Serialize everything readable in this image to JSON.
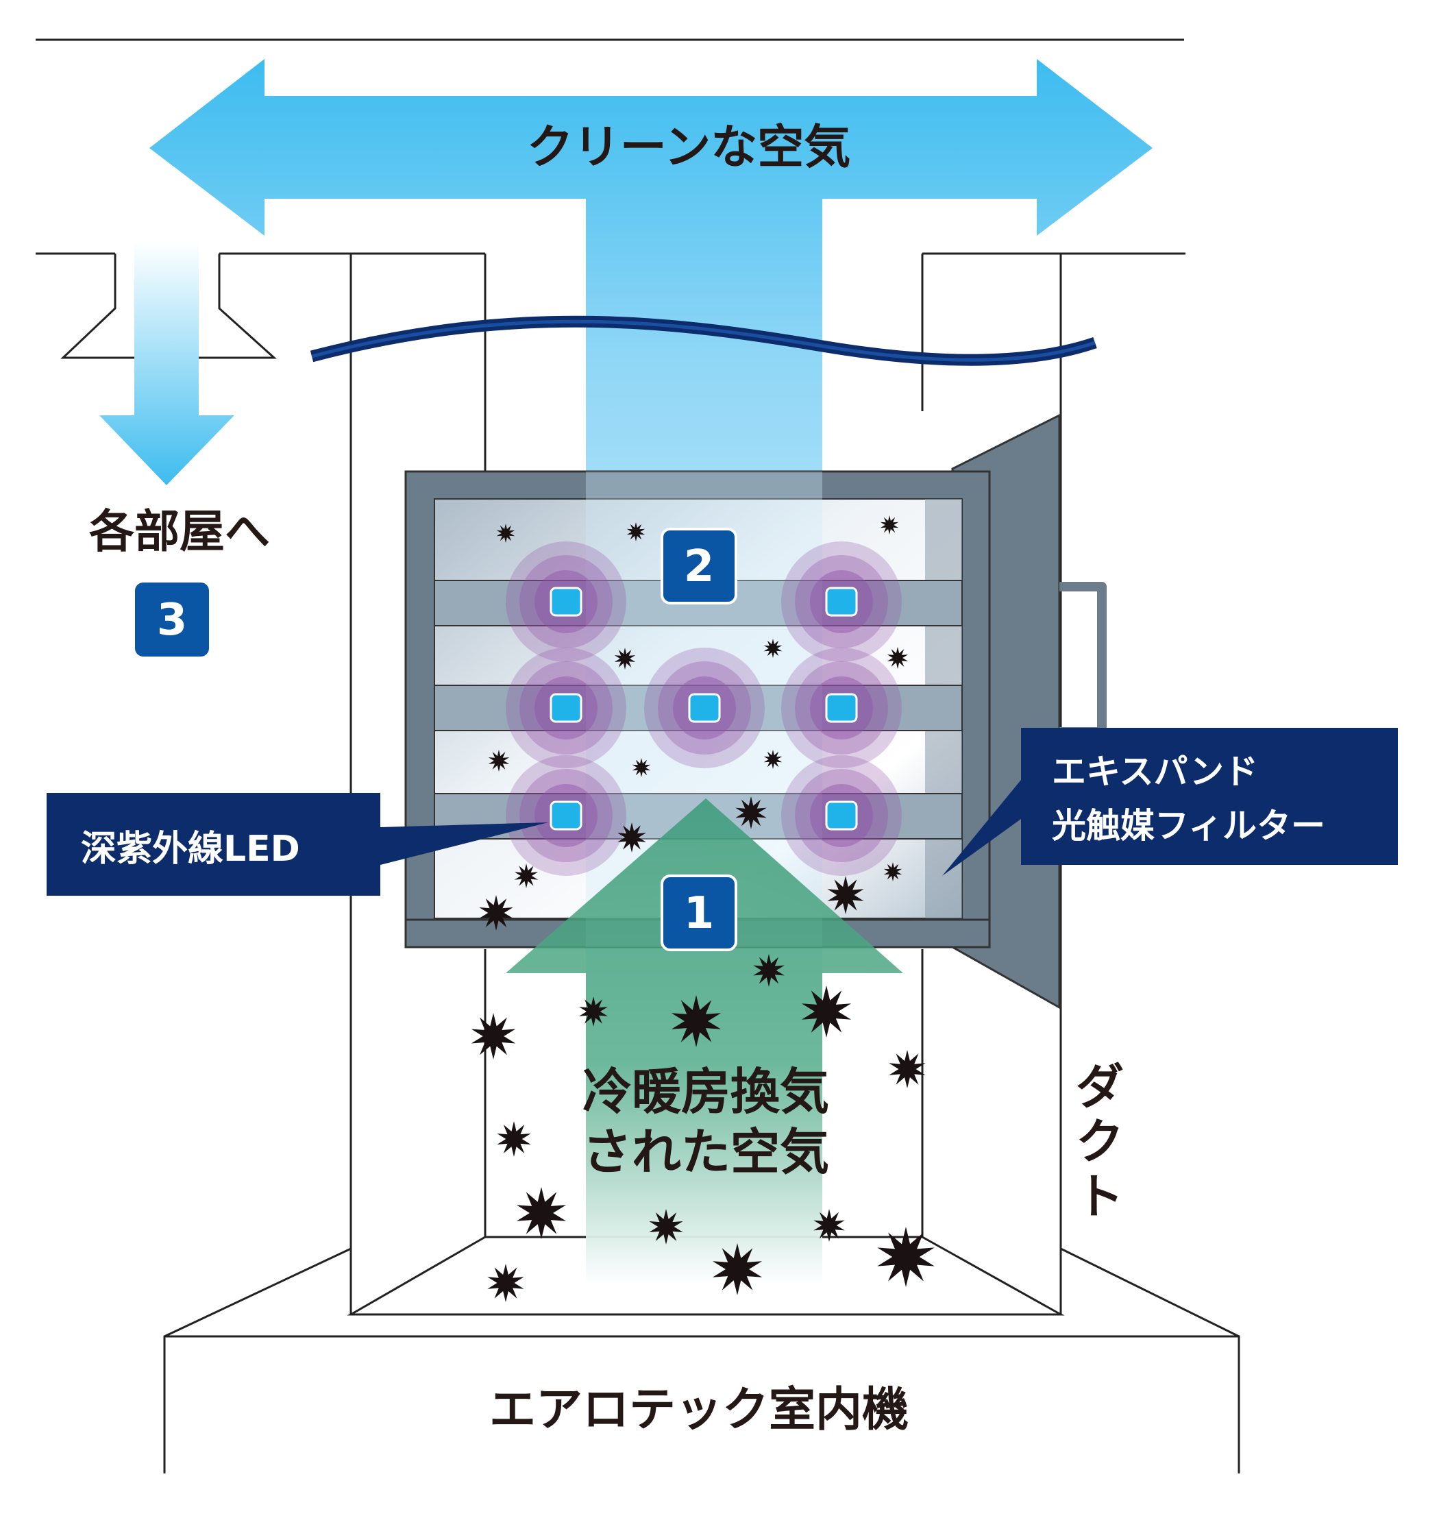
{
  "diagram": {
    "top_label": "クリーンな空気",
    "left_label": "各部屋へ",
    "badges": {
      "one": "1",
      "two": "2",
      "three": "3"
    },
    "led_label": "深紫外線LED",
    "filter_label_line1": "エキスパンド",
    "filter_label_line2": "光触媒フィルター",
    "bottom_arrow_line1": "冷暖房換気",
    "bottom_arrow_line2": "された空気",
    "duct_label_chars": [
      "ダ",
      "ク",
      "ト"
    ],
    "unit_label": "エアロテック室内機",
    "colors": {
      "clean_air": "#3dbcef",
      "incoming_air": "#3a9a78",
      "panel_navy": "#0d2c6b",
      "badge_blue": "#0a56a4",
      "frame_gray": "#6b7d8a",
      "led_glow": "#8e52a6",
      "led_chip": "#1fb3ea"
    }
  }
}
